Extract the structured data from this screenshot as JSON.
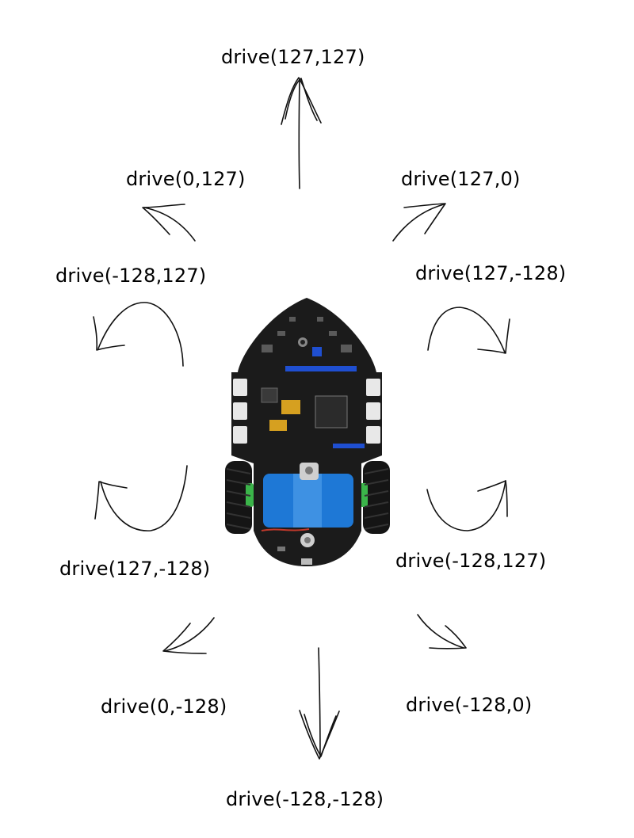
{
  "labels": {
    "forward": "drive(127,127)",
    "forward_left": "drive(0,127)",
    "forward_right": "drive(127,0)",
    "spin_left_top": "drive(-128,127)",
    "spin_right_top": "drive(127,-128)",
    "spin_left_bottom": "drive(127,-128)",
    "spin_right_bottom": "drive(-128,127)",
    "back_left": "drive(0,-128)",
    "back_right": "drive(-128,0)",
    "backward": "drive(-128,-128)"
  },
  "colors": {
    "board": "#1b1b1b",
    "header": "#1f4fd1",
    "battery": "#1e78d6",
    "wheel_hub": "#3bb54a",
    "arrow": "#111111"
  }
}
